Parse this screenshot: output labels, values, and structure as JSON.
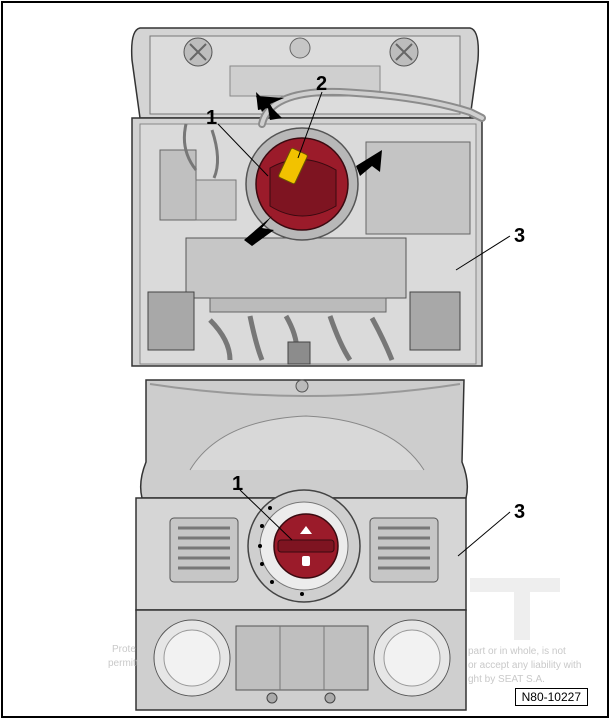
{
  "callouts": {
    "upper_1": "1",
    "upper_2": "2",
    "upper_3": "3",
    "lower_1": "1",
    "lower_3": "3"
  },
  "watermark": {
    "left_line1": "Prote",
    "left_line2": "permitt",
    "right_line1": "part or in whole, is not",
    "right_line2": "or accept any liability with",
    "right_line3": "ght by SEAT S.A."
  },
  "reference_code": "N80-10227",
  "colors": {
    "housing": "#c8c8c8",
    "housing_dark": "#9a9a9a",
    "switch_red": "#9b1b2a",
    "connector_yellow": "#f2c200",
    "outline": "#000000"
  }
}
